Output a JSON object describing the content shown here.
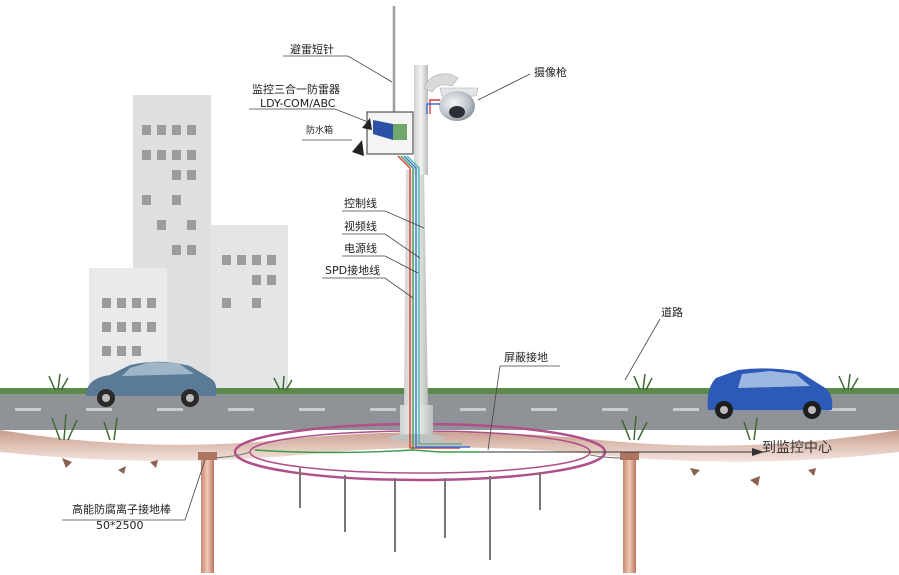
{
  "labels": {
    "lightning_rod": "避雷短针",
    "camera": "摄像枪",
    "arrester_name": "监控三合一防雷器",
    "arrester_model": "LDY-COM/ABC",
    "waterproof_box": "防水箱",
    "control_line": "控制线",
    "video_line": "视频线",
    "power_line": "电源线",
    "spd_ground_line": "SPD接地线",
    "road": "道路",
    "shield_ground": "屏蔽接地",
    "to_monitor_center": "到监控中心",
    "ground_rod_name": "高能防腐离子接地棒",
    "ground_rod_spec": "50*2500"
  },
  "colors": {
    "road": "#8f9296",
    "grass": "#5b8a4a",
    "earth": "#d9b6a6",
    "ground_ring": "#b0508a",
    "control_wire": "#d43a3a",
    "video_wire": "#3a9c4a",
    "power_wire": "#3a6fd4",
    "spd_wire": "#46b4b4"
  }
}
